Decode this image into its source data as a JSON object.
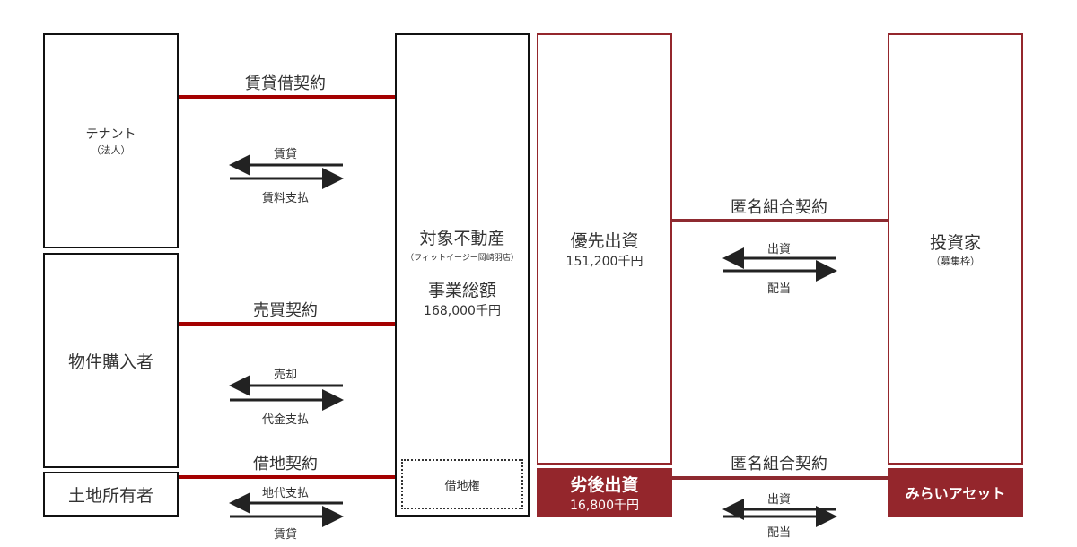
{
  "colors": {
    "lease_line": "#a40000",
    "fund_line": "#8e2a30",
    "accent": "#94262c",
    "arrow": "#222222"
  },
  "tenant": {
    "title": "テナント",
    "sub": "（法人）"
  },
  "buyer": {
    "title": "物件購入者"
  },
  "landowner": {
    "title": "土地所有者"
  },
  "property": {
    "title": "対象不動産",
    "sub": "（フィットイージー岡崎羽店）",
    "total_label": "事業総額",
    "total_value": "168,000千円",
    "leasehold": "借地権"
  },
  "senior": {
    "title": "優先出資",
    "value": "151,200千円"
  },
  "subordinate": {
    "title": "劣後出資",
    "value": "16,800千円"
  },
  "investor": {
    "title": "投資家",
    "sub": "（募集枠）"
  },
  "mirai": {
    "title": "みらいアセット"
  },
  "relations": {
    "lease_contract": "賃貸借契約",
    "lease_left": "賃貸",
    "lease_right": "賃料支払",
    "sale_contract": "売買契約",
    "sale_left": "売却",
    "sale_right": "代金支払",
    "land_contract": "借地契約",
    "land_left": "地代支払",
    "land_right": "賃貸",
    "tk_contract_top": "匿名組合契約",
    "tk_top_left": "出資",
    "tk_top_right": "配当",
    "tk_contract_bottom": "匿名組合契約",
    "tk_bottom_left": "出資",
    "tk_bottom_right": "配当"
  }
}
